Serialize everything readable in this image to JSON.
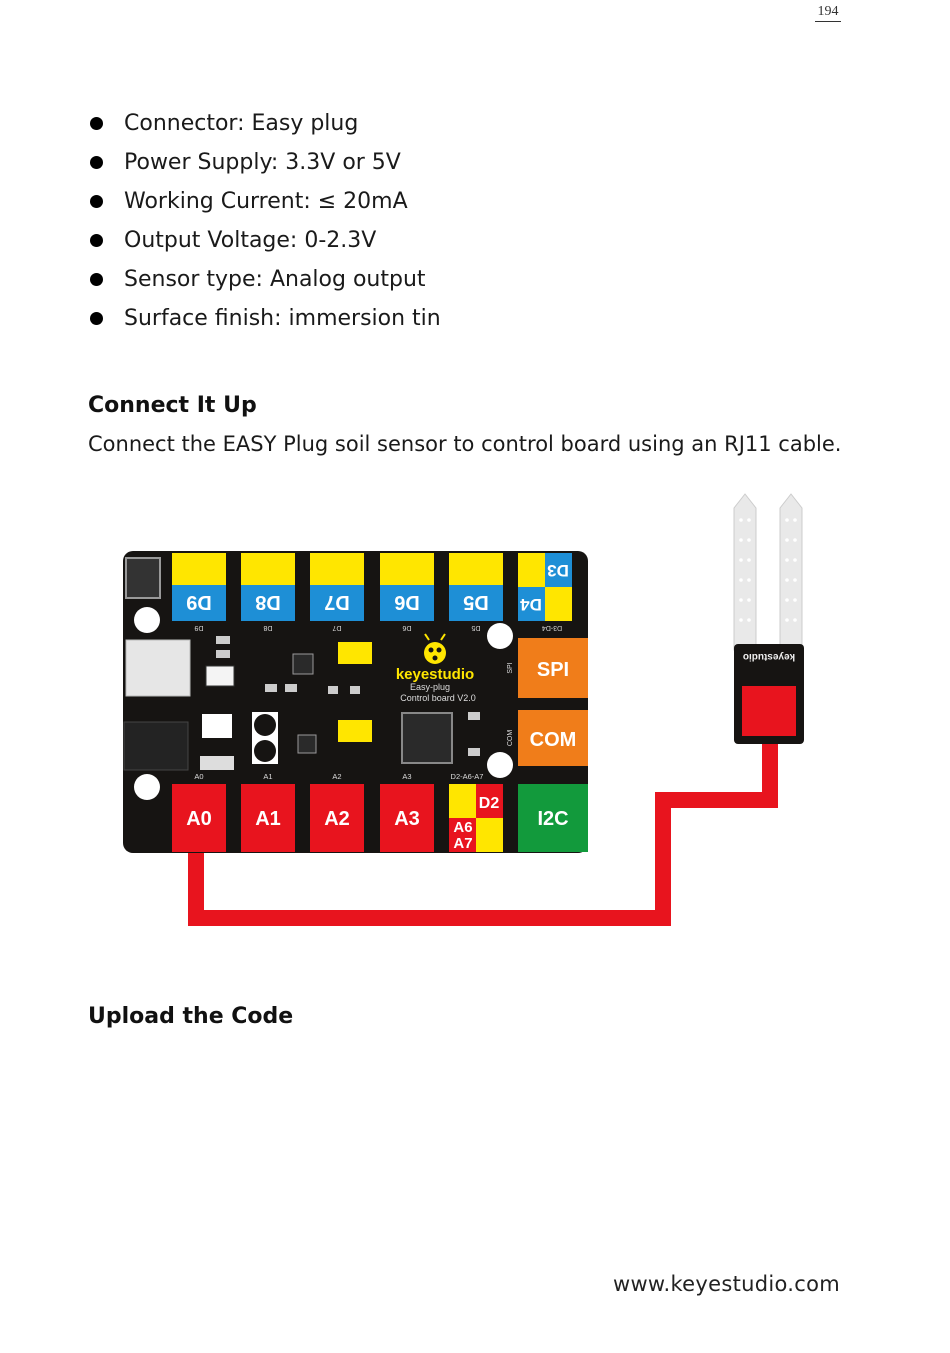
{
  "page_number": "194",
  "specs": [
    "Connector: Easy plug",
    "Power Supply: 3.3V or 5V",
    "Working Current: ≤ 20mA",
    "Output Voltage: 0-2.3V",
    "Sensor type: Analog output",
    "Surface finish: immersion tin"
  ],
  "connect": {
    "heading": "Connect It Up",
    "text": "Connect the EASY Plug soil sensor to control board using an RJ11 cable."
  },
  "board": {
    "top_ports": [
      "D9",
      "D8",
      "D7",
      "D6",
      "D5",
      "D4",
      "D3"
    ],
    "bottom_ports": [
      "A0",
      "A1",
      "A2",
      "A3"
    ],
    "combo_port": [
      "D2",
      "A6",
      "A7"
    ],
    "side_ports": [
      "SPI",
      "COM"
    ],
    "i2c_port": "I2C",
    "brand": "keyestudio",
    "subtitle": "Easy-plug",
    "version": "Control board V2.0",
    "silk_bottom": [
      "A0",
      "A1",
      "A2",
      "A3",
      "D2-A6-A7"
    ],
    "silk_top": [
      "D9",
      "D8",
      "D7",
      "D6",
      "D5",
      "D3-D4"
    ],
    "silk_side": [
      "SPI",
      "COM"
    ]
  },
  "sensor": {
    "brand": "keyestudio"
  },
  "colors": {
    "board": "#161412",
    "yellow": "#ffe600",
    "blue": "#1e8fd6",
    "red": "#e8141e",
    "orange": "#f07d1a",
    "green": "#129a3c",
    "cable": "#e8141e"
  },
  "upload": {
    "heading": "Upload the Code"
  },
  "footer": {
    "url": "www.keyestudio.com"
  }
}
